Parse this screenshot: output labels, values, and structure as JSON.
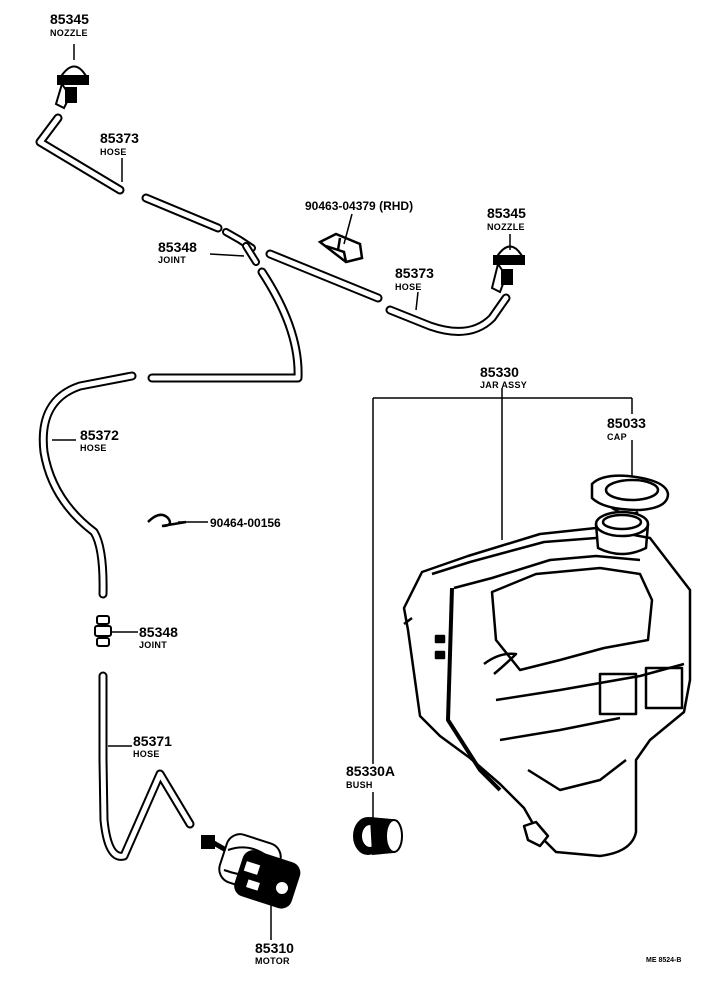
{
  "parts": {
    "nozzle_left": {
      "number": "85345",
      "name": "NOZZLE"
    },
    "hose_upper": {
      "number": "85373",
      "name": "HOSE"
    },
    "clip": {
      "number": "90463-04379 (RHD)"
    },
    "nozzle_right": {
      "number": "85345",
      "name": "NOZZLE"
    },
    "joint_upper": {
      "number": "85348",
      "name": "JOINT"
    },
    "hose_right": {
      "number": "85373",
      "name": "HOSE"
    },
    "jar": {
      "number": "85330",
      "name": "JAR ASSY"
    },
    "cap": {
      "number": "85033",
      "name": "CAP"
    },
    "hose_mid": {
      "number": "85372",
      "name": "HOSE"
    },
    "clamp": {
      "number": "90464-00156"
    },
    "joint_lower": {
      "number": "85348",
      "name": "JOINT"
    },
    "hose_lower": {
      "number": "85371",
      "name": "HOSE"
    },
    "bush": {
      "number": "85330A",
      "name": "BUSH"
    },
    "motor": {
      "number": "85310",
      "name": "MOTOR"
    }
  },
  "figure_code": "ME 8524-B"
}
